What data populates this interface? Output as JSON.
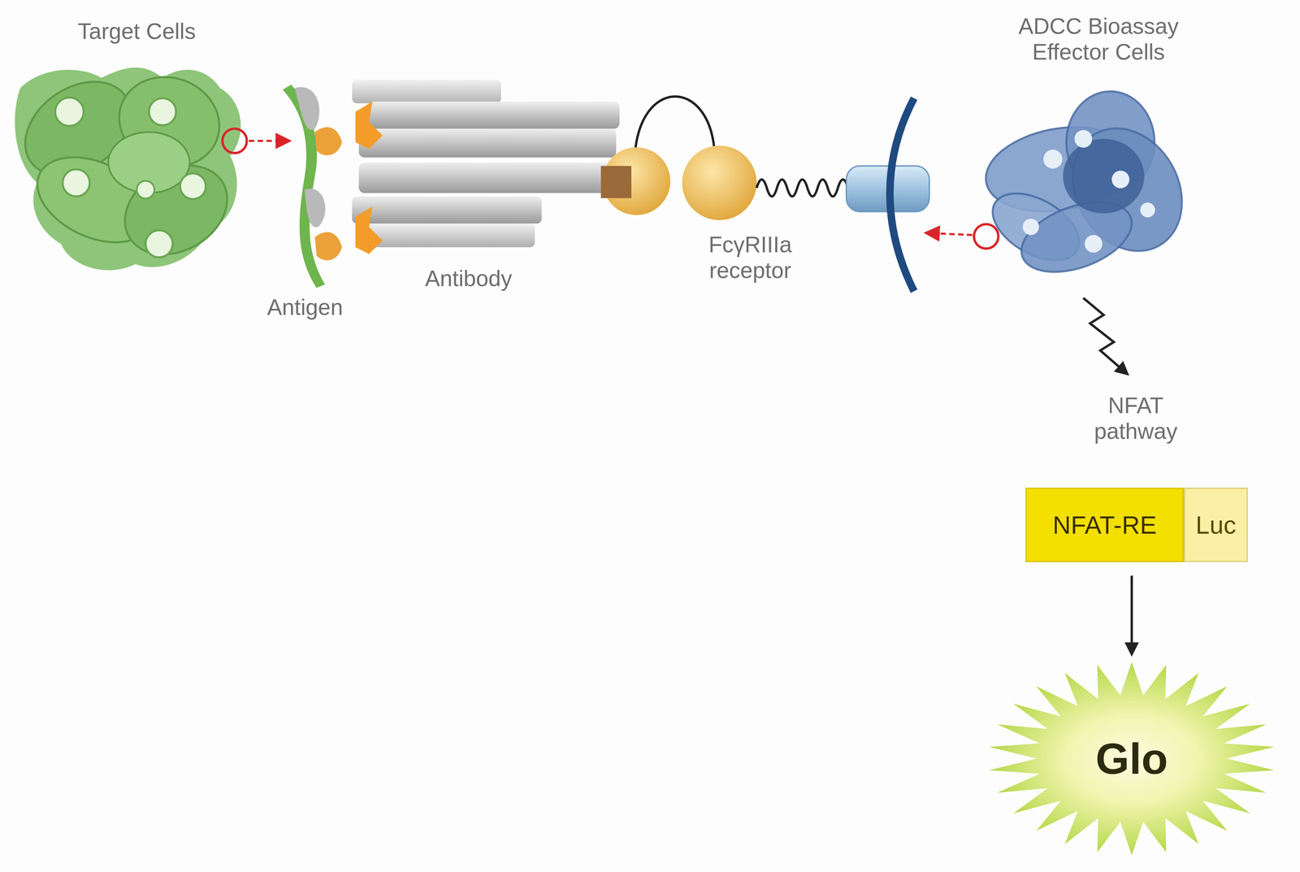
{
  "diagram": {
    "nodes": [
      {
        "text": [
          "NFAT-RE"
        ]
      },
      {
        "text": [
          "Luc"
        ]
      },
      {
        "text": [
          "Glo"
        ]
      }
    ],
    "edges": [
      {
        "from": 0,
        "to": 2,
        "arrow": "to"
      }
    ],
    "labels": [
      "Target Cells",
      "Antigen",
      "Antibody",
      "FcγRIIIa receptor",
      "ADCC Bioassay Effector Cells",
      "NFAT pathway"
    ]
  }
}
